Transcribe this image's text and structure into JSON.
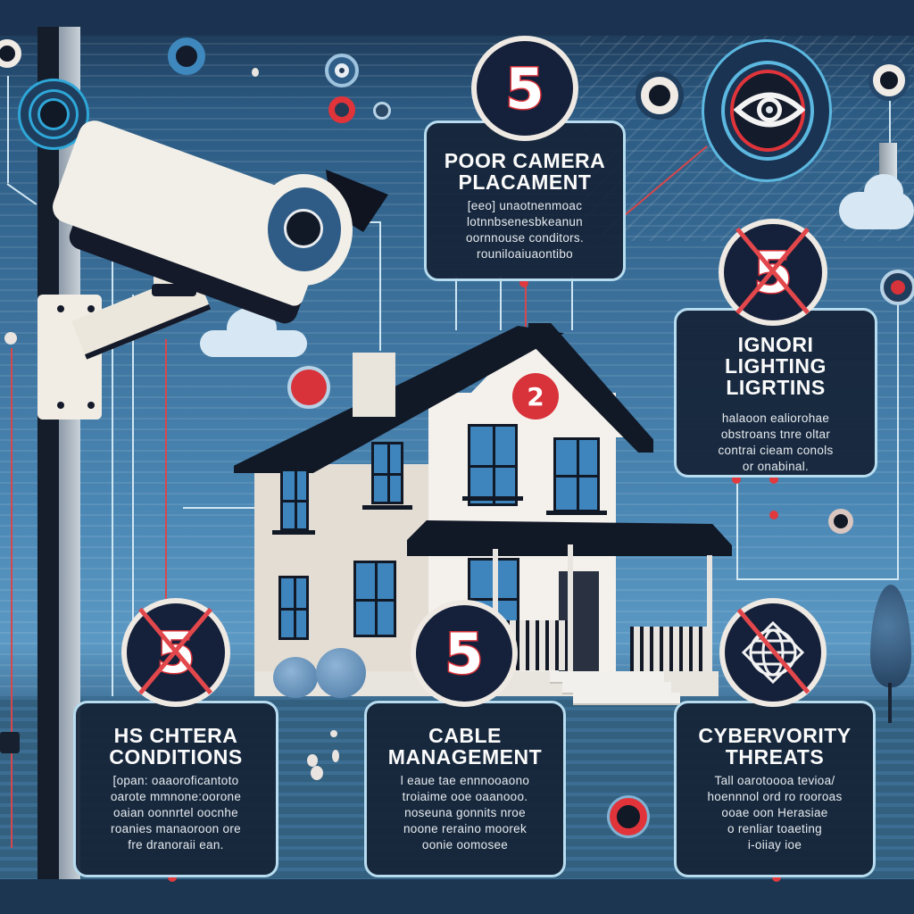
{
  "infographic": {
    "theme": "Security camera installation mistakes",
    "colors": {
      "background_dark": "#1b3350",
      "background_mid": "#3a6f99",
      "card_fill": "#162438",
      "card_border": "#b7dcef",
      "accent_red": "#d8323a",
      "camera_white": "#f2efe8"
    },
    "cards": [
      {
        "id": "poor-camera-placement",
        "badge": "5",
        "badge_crossed": false,
        "title_line1": "POOR CAMERA",
        "title_line2": "PLACAMENT",
        "body": [
          "[eeo] unaotnenmoac",
          "lotnnbsenesbkeanun",
          "oornnouse conditors.",
          "rouniloaiuaontibo"
        ]
      },
      {
        "id": "ignoring-lighting",
        "badge": "5",
        "badge_crossed": true,
        "title_line1": "IGNORI LIGHTING",
        "title_line2": "LIGRTINS",
        "body": [
          "halaoon ealiorohae",
          "obstroans tnre oltar",
          "contrai cieam conols",
          "or onabinal."
        ]
      },
      {
        "id": "weather-conditions",
        "badge": "5",
        "badge_crossed": true,
        "title_line1": "HS CHTERA",
        "title_line2": "CONDITIONS",
        "body": [
          "[opan: oaaoroficantoto",
          "oarote mmnone:oorone",
          "oaian oonnrtel oocnhe",
          "roanies manaoroon ore",
          "fre dranoraii ean."
        ]
      },
      {
        "id": "cable-management",
        "badge": "5",
        "badge_crossed": false,
        "title_line1": "CABLE",
        "title_line2": "MANAGEMENT",
        "body": [
          "l eaue tae ennnooaono",
          "troiaime ooe oaanooo.",
          "noseuna gonnits nroe",
          "noone reraino moorek",
          "oonie oomosee"
        ]
      },
      {
        "id": "cybersecurity-threats",
        "badge": "globe-icon",
        "badge_crossed": true,
        "title_line1": "CYBERVORITY",
        "title_line2": "THREATS",
        "body": [
          "Tall oarotoooa tevioa/",
          "hoennnol ord ro rooroas",
          "ooae oon Herasiae",
          "o renliar toaeting",
          "i-oiiay ioe"
        ]
      }
    ],
    "house_badge": "2",
    "house_bottom_badge": "5",
    "icons": [
      "security-camera",
      "eye-icon",
      "globe-icon",
      "cloud-icon",
      "house-icon",
      "target-ring-icon",
      "power-icon"
    ]
  }
}
